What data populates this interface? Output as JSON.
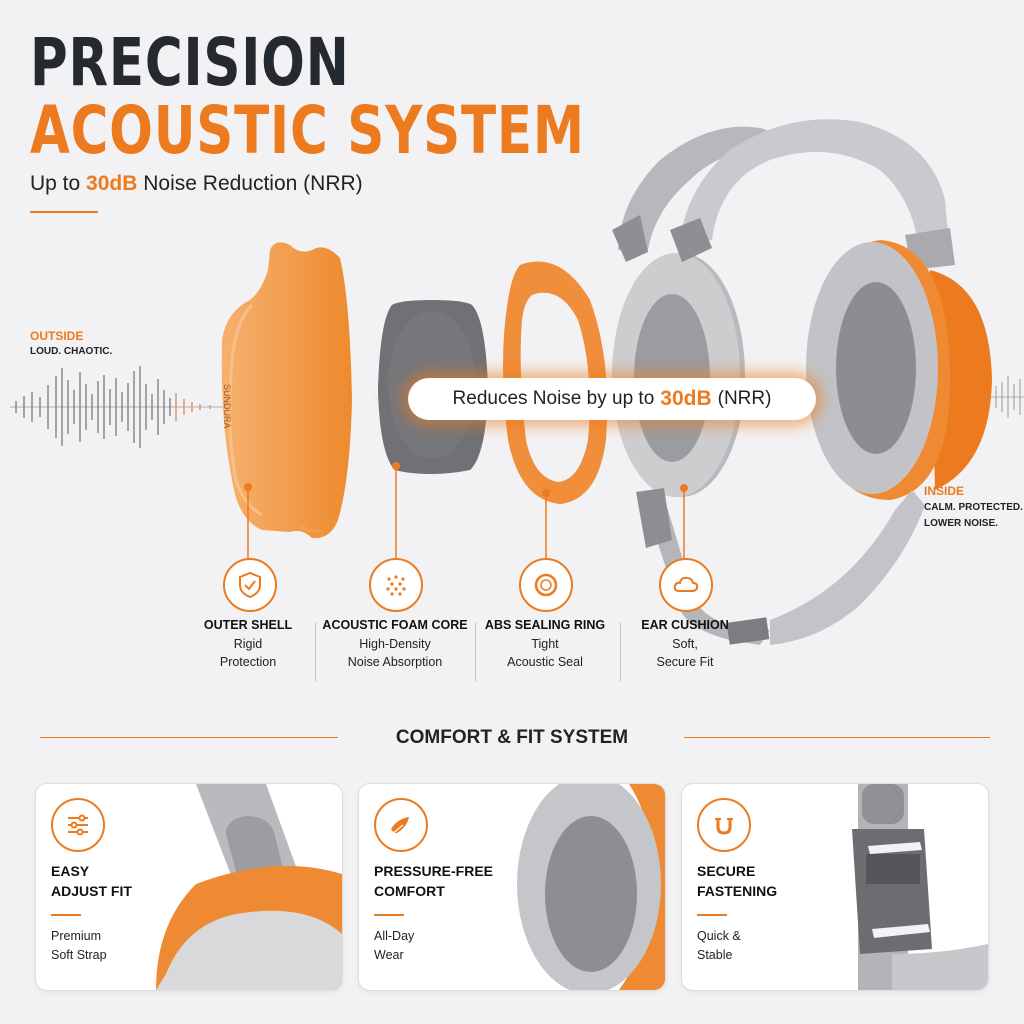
{
  "header": {
    "line1": "PRECISION",
    "line2": "ACOUSTIC SYSTEM",
    "subtitle_pre": "Up to",
    "subtitle_highlight": "30dB",
    "subtitle_post": "Noise Reduction (NRR)"
  },
  "outside": {
    "label": "OUTSIDE",
    "desc": "LOUD. CHAOTIC."
  },
  "inside": {
    "label": "INSIDE",
    "desc1": "CALM. PROTECTED.",
    "desc2": "LOWER NOISE."
  },
  "shell_brand": "SUNDURA",
  "banner": {
    "pre": "Reduces Noise by up to",
    "value": "30dB",
    "post": "(NRR)"
  },
  "components": [
    {
      "title": "OUTER SHELL",
      "line1": "Rigid",
      "line2": "Protection",
      "icon": "shield-check-icon"
    },
    {
      "title": "ACOUSTIC FOAM CORE",
      "line1": "High-Density",
      "line2": "Noise Absorption",
      "icon": "foam-dots-icon"
    },
    {
      "title": "ABS SEALING RING",
      "line1": "Tight",
      "line2": "Acoustic Seal",
      "icon": "ring-icon"
    },
    {
      "title": "EAR CUSHION",
      "line1": "Soft,",
      "line2": "Secure Fit",
      "icon": "cloud-cushion-icon"
    }
  ],
  "comfort_heading": "COMFORT & FIT SYSTEM",
  "cards": [
    {
      "title1": "EASY",
      "title2": "ADJUST FIT",
      "desc1": "Premium",
      "desc2": "Soft Strap",
      "icon": "sliders-icon"
    },
    {
      "title1": "PRESSURE-FREE",
      "title2": "COMFORT",
      "desc1": "All-Day",
      "desc2": "Wear",
      "icon": "feather-icon"
    },
    {
      "title1": "SECURE",
      "title2": "FASTENING",
      "desc1": "Quick &",
      "desc2": "Stable",
      "icon": "magnet-icon"
    }
  ],
  "colors": {
    "accent": "#ec7a1f",
    "dark": "#252a30",
    "gray": "#9a9a9e",
    "background": "#f2f2f4"
  }
}
